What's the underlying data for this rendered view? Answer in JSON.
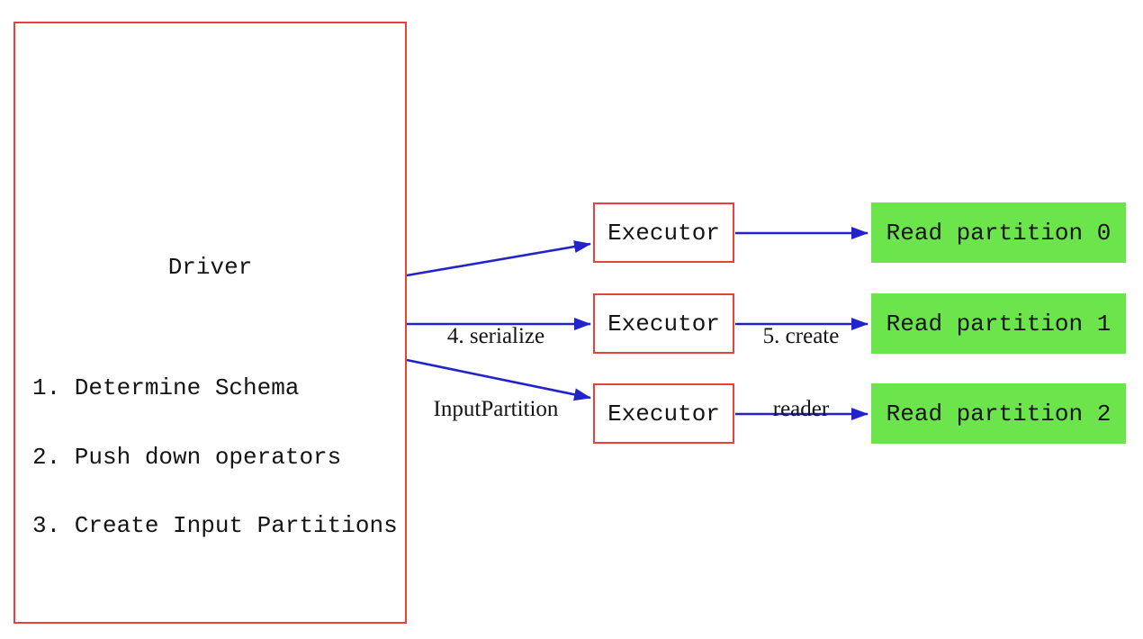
{
  "diagram": {
    "driver": {
      "title": "Driver",
      "steps": [
        "1. Determine Schema",
        "2. Push down operators",
        "3. Create Input Partitions"
      ]
    },
    "executors": [
      {
        "label": "Executor"
      },
      {
        "label": "Executor"
      },
      {
        "label": "Executor"
      }
    ],
    "partitions": [
      {
        "label": "Read partition 0"
      },
      {
        "label": "Read partition 1"
      },
      {
        "label": "Read partition 2"
      }
    ],
    "edge_labels": {
      "serialize_line1": "4. serialize",
      "serialize_line2": "InputPartition",
      "reader_line1": "5. create",
      "reader_line2": "reader"
    },
    "colors": {
      "box_border_red": "#e8413c",
      "arrow_blue": "#2323cc",
      "partition_green": "#6ce54c",
      "text": "#141414",
      "background": "#ffffff"
    }
  }
}
